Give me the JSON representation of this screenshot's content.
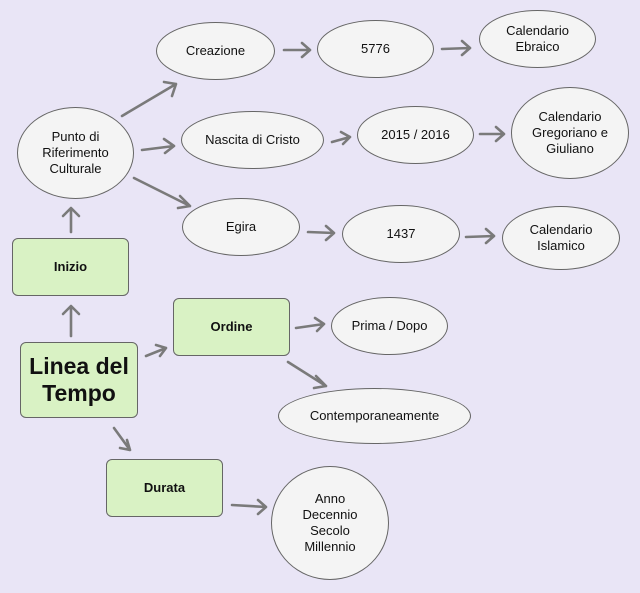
{
  "nodes": {
    "linea_del_tempo": "Linea del\nTempo",
    "inizio": "Inizio",
    "ordine": "Ordine",
    "durata": "Durata",
    "punto_riferimento": "Punto di\nRiferimento\nCulturale",
    "creazione": "Creazione",
    "nascita_cristo": "Nascita di Cristo",
    "egira": "Egira",
    "anno_5776": "5776",
    "anno_2015_2016": "2015 / 2016",
    "anno_1437": "1437",
    "cal_ebraico": "Calendario\nEbraico",
    "cal_gregoriano": "Calendario\nGregoriano e\nGiuliano",
    "cal_islamico": "Calendario\nIslamico",
    "prima_dopo": "Prima / Dopo",
    "contemporaneamente": "Contemporaneamente",
    "unita_durata": "Anno\nDecennio\nSecolo\nMillennio"
  },
  "colors": {
    "background": "#e9e5f6",
    "concept_box": "#d9f2c4",
    "oval_fill": "#f4f4f4",
    "arrow": "#7a7a7a"
  }
}
